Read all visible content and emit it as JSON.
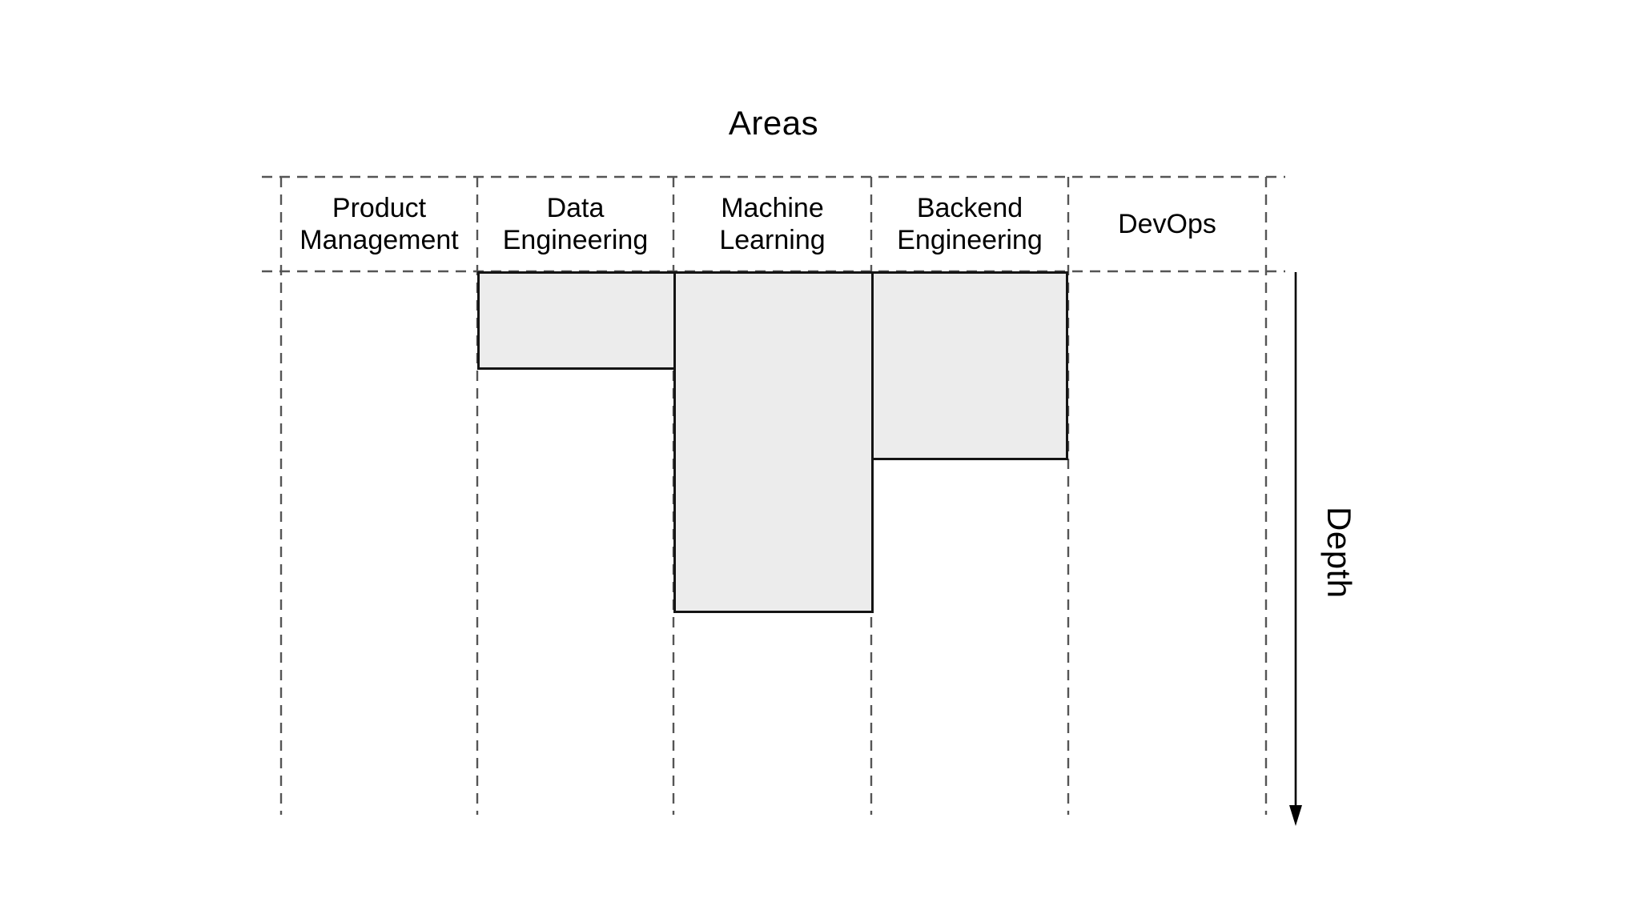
{
  "title": "Areas",
  "depth_axis_label": "Depth",
  "areas": [
    {
      "label": "Product Management",
      "depth_fraction": 0
    },
    {
      "label": "Data Engineering",
      "depth_fraction": 0.181
    },
    {
      "label": "Machine Learning",
      "depth_fraction": 0.629
    },
    {
      "label": "Backend Engineering",
      "depth_fraction": 0.348
    },
    {
      "label": "DevOps",
      "depth_fraction": 0
    }
  ],
  "colors": {
    "background": "#ffffff",
    "text": "#000000",
    "dashed_line": "#555555",
    "box_fill": "#ececec",
    "box_border": "#141414"
  },
  "chart_data": {
    "type": "bar",
    "title": "Areas",
    "ylabel": "Depth",
    "categories": [
      "Product Management",
      "Data Engineering",
      "Machine Learning",
      "Backend Engineering",
      "DevOps"
    ],
    "values": [
      0,
      0.181,
      0.629,
      0.348,
      0
    ],
    "value_units": "fraction of depth axis, bars extend downward from header row",
    "ylim": [
      0,
      1
    ],
    "grid": "dashed column and header guides",
    "legend": "none"
  }
}
